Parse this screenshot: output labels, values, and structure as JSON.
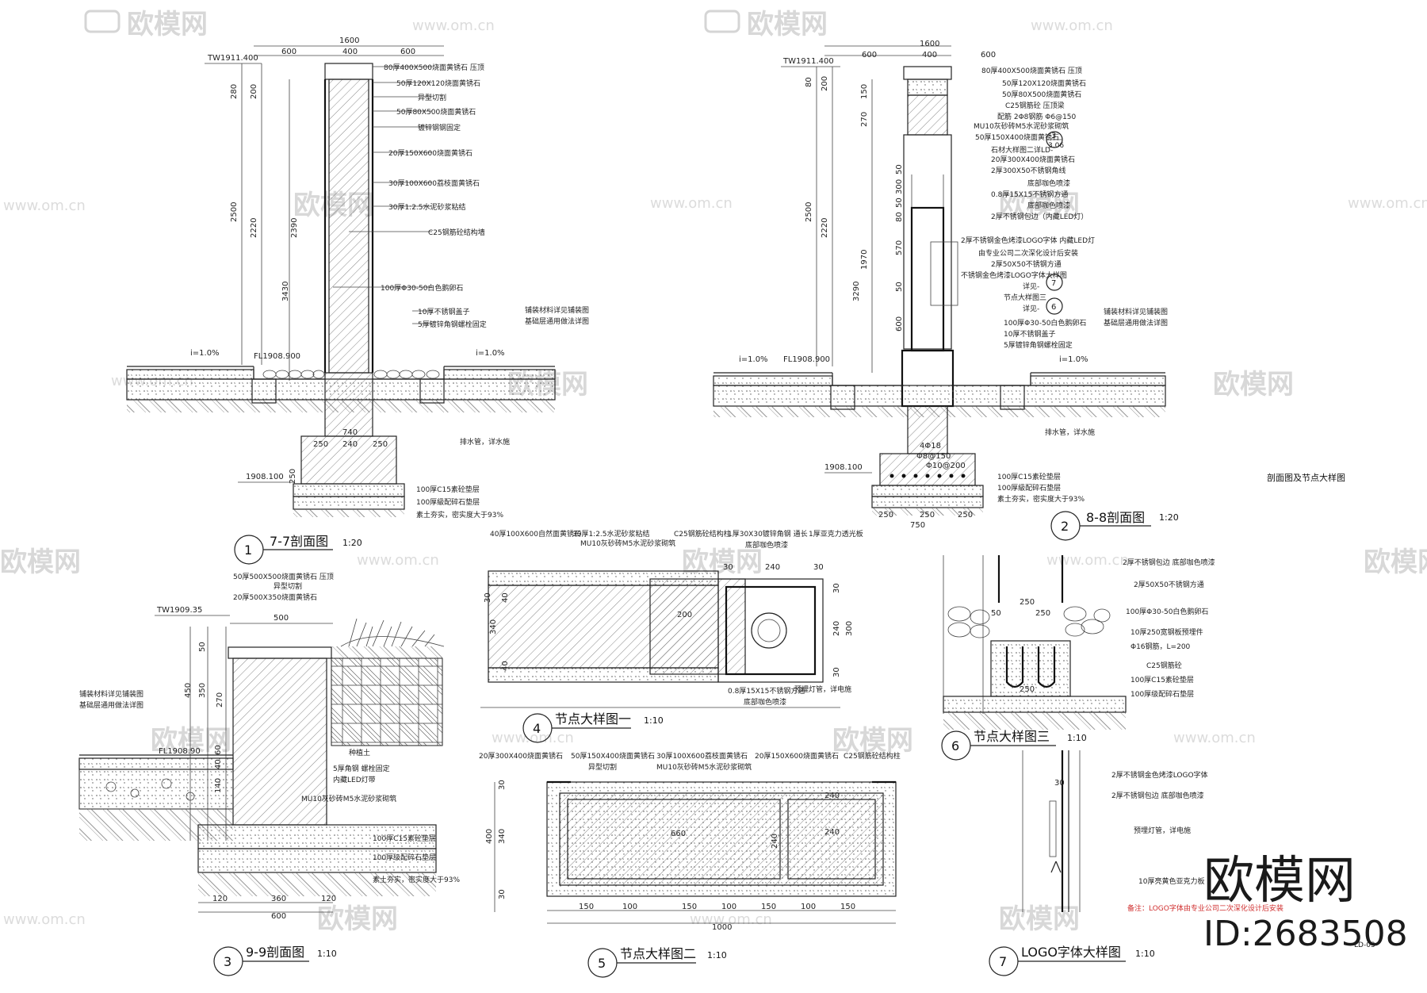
{
  "sheet_title": "剖面图及节点大样图",
  "watermark": {
    "brand": "欧模网",
    "url": "www.om.cn",
    "id_label": "ID:2683508"
  },
  "details": [
    {
      "no": "1",
      "title": "7-7剖面图",
      "scale": "1:20"
    },
    {
      "no": "2",
      "title": "8-8剖面图",
      "scale": "1:20"
    },
    {
      "no": "3",
      "title": "9-9剖面图",
      "scale": "1:10"
    },
    {
      "no": "4",
      "title": "节点大样图一",
      "scale": "1:10"
    },
    {
      "no": "5",
      "title": "节点大样图二",
      "scale": "1:10"
    },
    {
      "no": "6",
      "title": "节点大样图三",
      "scale": "1:10"
    },
    {
      "no": "7",
      "title": "LOGO字体大样图",
      "scale": "1:10"
    }
  ],
  "s77": {
    "dims_top": [
      "1600",
      "600",
      "400",
      "600"
    ],
    "elev_top": "TW1911.400",
    "elev_mid": "FL1908.900",
    "elev_bot": "1908.100",
    "slope": "i=1.0%",
    "dims_v": [
      "280",
      "200",
      "2500",
      "2220",
      "2390",
      "3430"
    ],
    "dims_bot": [
      "740",
      "250",
      "240",
      "250",
      "250"
    ],
    "notes": [
      "80厚400X500烧面黄锈石  压顶",
      "50厚120X120烧面黄锈石",
      "异型切割",
      "50厚80X500烧面黄锈石",
      "镀锌钢钢固定",
      "20厚150X600烧面黄锈石",
      "30厚100X600荔枝面黄锈石",
      "30厚1:2.5水泥砂浆粘结",
      "C25钢筋砼结构墙",
      "100厚Φ30-50白色鹅卵石",
      "10厚不锈钢盖子",
      "5厚镀锌角钢螺栓固定",
      "铺装材料详见铺装图",
      "基础层通用做法详图",
      "排水管，详水施",
      "100厚C15素砼垫层",
      "100厚級配碎石垫层",
      "素土夯实，密实度大于93%"
    ]
  },
  "s88": {
    "dims_top": [
      "1600",
      "600",
      "400",
      "600"
    ],
    "elev_top": "TW1911.400",
    "elev_mid": "FL1908.900",
    "elev_bot": "1908.100",
    "slope": "i=1.0%",
    "dims_v": [
      "80",
      "200",
      "150",
      "270",
      "2500",
      "2220",
      "3290",
      "1970",
      "50",
      "300",
      "50",
      "80",
      "570",
      "50",
      "600"
    ],
    "dims_bot": [
      "750",
      "250",
      "250",
      "250"
    ],
    "rebar": [
      "4Φ18",
      "Φ8@150",
      "Φ10@200"
    ],
    "ref_circles": [
      [
        "3",
        "3.06"
      ],
      [
        "7",
        ""
      ],
      [
        "6",
        ""
      ]
    ],
    "notes": [
      "80厚400X500烧面黄锈石  压顶",
      "50厚120X120烧面黄锈石",
      "50厚80X500烧面黄锈石",
      "C25钢筋砼  压顶梁",
      "配筋  2Φ8钢筋  Φ6@150",
      "MU10灰砂砖M5水泥砂浆砌筑",
      "50厚150X400烧面黄锈石",
      "石材大样图二详LD-",
      "20厚300X400烧面黄锈石",
      "2厚300X50不锈钢角线",
      "底部咖色喷漆",
      "0.8厚15X15不锈钢方通",
      "底部咖色喷漆",
      "2厚不锈钢包边（内藏LED灯）",
      "2厚不锈钢金色烤漆LOGO字体  内藏LED灯",
      "由专业公司二次深化设计后安装",
      "2厚50X50不锈钢方通",
      "不锈钢金色烤漆LOGO字体大样图",
      "详见-",
      "节点大样图三",
      "详见-",
      "100厚Φ30-50白色鹅卵石",
      "10厚不锈钢盖子",
      "5厚镀锌角钢螺栓固定",
      "铺装材料详见铺装图",
      "基础层通用做法详图",
      "排水管，详水施",
      "100厚C15素砼垫层",
      "100厚級配碎石垫层",
      "素土夯实，密实度大于93%"
    ]
  },
  "s99": {
    "elev_top": "TW1909.35",
    "elev_mid": "FL1908.90",
    "dims_top": [
      "500"
    ],
    "dims_v": [
      "50",
      "450",
      "350",
      "270",
      "60",
      "40",
      "140"
    ],
    "dims_bot": [
      "120",
      "360",
      "120",
      "600"
    ],
    "notes": [
      "50厚500X500烧面黄锈石  压顶",
      "异型切割",
      "20厚500X350烧面黄锈石",
      "铺装材料详见铺装图",
      "基础层通用做法详图",
      "种植土",
      "5厚角钢  螺栓固定",
      "内藏LED灯带",
      "MU10灰砂砖M5水泥砂浆砌筑",
      "100厚C15素砼垫层",
      "100厚级配碎石垫层",
      "素土夯实，密实度大于93%"
    ]
  },
  "n4": {
    "dims_v": [
      "30",
      "40",
      "340",
      "300",
      "240",
      "30",
      "30",
      "40"
    ],
    "dims_h": [
      "200",
      "30",
      "240",
      "30"
    ],
    "notes": [
      "40厚100X600自然面黄锈石",
      "30厚1:2.5水泥砂浆粘结",
      "MU10灰砂砖M5水泥砂浆砌筑",
      "C25钢筋砼结构柱",
      "1厚30X30镀锌角钢  通长",
      "底部咖色喷漆",
      "1厚亚克力透光板",
      "0.8厚15X15不锈钢方通",
      "底部咖色喷漆",
      "预埋灯管，详电施"
    ]
  },
  "n5": {
    "dims_v": [
      "400",
      "340",
      "30",
      "30"
    ],
    "dims_h": [
      "660",
      "240",
      "240",
      "240",
      "150",
      "100",
      "150",
      "100",
      "150",
      "100",
      "150",
      "1000"
    ],
    "notes": [
      "20厚300X400烧面黄锈石",
      "50厚150X400烧面黄锈石",
      "异型切割",
      "30厚100X600荔枝面黄锈石",
      "MU10灰砂砖M5水泥砂浆砌筑",
      "20厚150X600烧面黄锈石",
      "C25钢筋砼结构柱"
    ]
  },
  "n6": {
    "dims": [
      "250",
      "250",
      "50",
      "250"
    ],
    "notes": [
      "2厚不锈钢包边  底部咖色喷漆",
      "2厚50X50不锈钢方通",
      "100厚Φ30-50白色鹅卵石",
      "10厚250宽钢板预埋件",
      "Φ16钢筋，L=200",
      "C25钢筋砼",
      "100厚C15素砼垫层",
      "100厚级配碎石垫层"
    ]
  },
  "n7": {
    "dims": [
      "30"
    ],
    "notes": [
      "2厚不锈钢金色烤漆LOGO字体",
      "2厚不锈钢包边  底部咖色喷漆",
      "预埋灯管，详电施",
      "10厚亮黄色亚克力板"
    ],
    "red_note": "备注：LOGO字体由专业公司二次深化设计后安装",
    "sheet_ref": "LD-03"
  },
  "colors": {
    "line": "#222222",
    "watermark": "#d8d8d8",
    "accent_red": "#d03030"
  }
}
